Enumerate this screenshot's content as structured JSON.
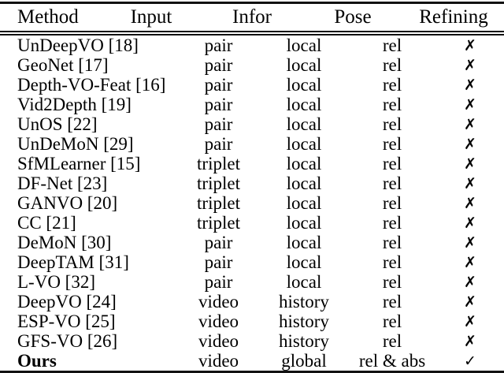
{
  "table": {
    "columns": [
      {
        "key": "method",
        "label": "Method",
        "align": "left"
      },
      {
        "key": "input",
        "label": "Input",
        "align": "center"
      },
      {
        "key": "infor",
        "label": "Infor",
        "align": "center"
      },
      {
        "key": "pose",
        "label": "Pose",
        "align": "center"
      },
      {
        "key": "refining",
        "label": "Refining",
        "align": "center"
      }
    ],
    "marks": {
      "cross": "✗",
      "check": "✓"
    },
    "rows": [
      {
        "method": "UnDeepVO [18]",
        "input": "pair",
        "infor": "local",
        "pose": "rel",
        "refining": "✗",
        "bold": false
      },
      {
        "method": "GeoNet [17]",
        "input": "pair",
        "infor": "local",
        "pose": "rel",
        "refining": "✗",
        "bold": false
      },
      {
        "method": "Depth-VO-Feat [16]",
        "input": "pair",
        "infor": "local",
        "pose": "rel",
        "refining": "✗",
        "bold": false
      },
      {
        "method": "Vid2Depth [19]",
        "input": "pair",
        "infor": "local",
        "pose": "rel",
        "refining": "✗",
        "bold": false
      },
      {
        "method": "UnOS [22]",
        "input": "pair",
        "infor": "local",
        "pose": "rel",
        "refining": "✗",
        "bold": false
      },
      {
        "method": "UnDeMoN [29]",
        "input": "pair",
        "infor": "local",
        "pose": "rel",
        "refining": "✗",
        "bold": false
      },
      {
        "method": "SfMLearner [15]",
        "input": "triplet",
        "infor": "local",
        "pose": "rel",
        "refining": "✗",
        "bold": false
      },
      {
        "method": "DF-Net [23]",
        "input": "triplet",
        "infor": "local",
        "pose": "rel",
        "refining": "✗",
        "bold": false
      },
      {
        "method": "GANVO [20]",
        "input": "triplet",
        "infor": "local",
        "pose": "rel",
        "refining": "✗",
        "bold": false
      },
      {
        "method": "CC [21]",
        "input": "triplet",
        "infor": "local",
        "pose": "rel",
        "refining": "✗",
        "bold": false
      },
      {
        "method": "DeMoN [30]",
        "input": "pair",
        "infor": "local",
        "pose": "rel",
        "refining": "✗",
        "bold": false
      },
      {
        "method": "DeepTAM [31]",
        "input": "pair",
        "infor": "local",
        "pose": "rel",
        "refining": "✗",
        "bold": false
      },
      {
        "method": "L-VO [32]",
        "input": "pair",
        "infor": "local",
        "pose": "rel",
        "refining": "✗",
        "bold": false
      },
      {
        "method": "DeepVO [24]",
        "input": "video",
        "infor": "history",
        "pose": "rel",
        "refining": "✗",
        "bold": false
      },
      {
        "method": "ESP-VO [25]",
        "input": "video",
        "infor": "history",
        "pose": "rel",
        "refining": "✗",
        "bold": false
      },
      {
        "method": "GFS-VO [26]",
        "input": "video",
        "infor": "history",
        "pose": "rel",
        "refining": "✗",
        "bold": false
      },
      {
        "method": "Ours",
        "input": "video",
        "infor": "global",
        "pose": "rel & abs",
        "refining": "✓",
        "bold": true
      }
    ]
  }
}
